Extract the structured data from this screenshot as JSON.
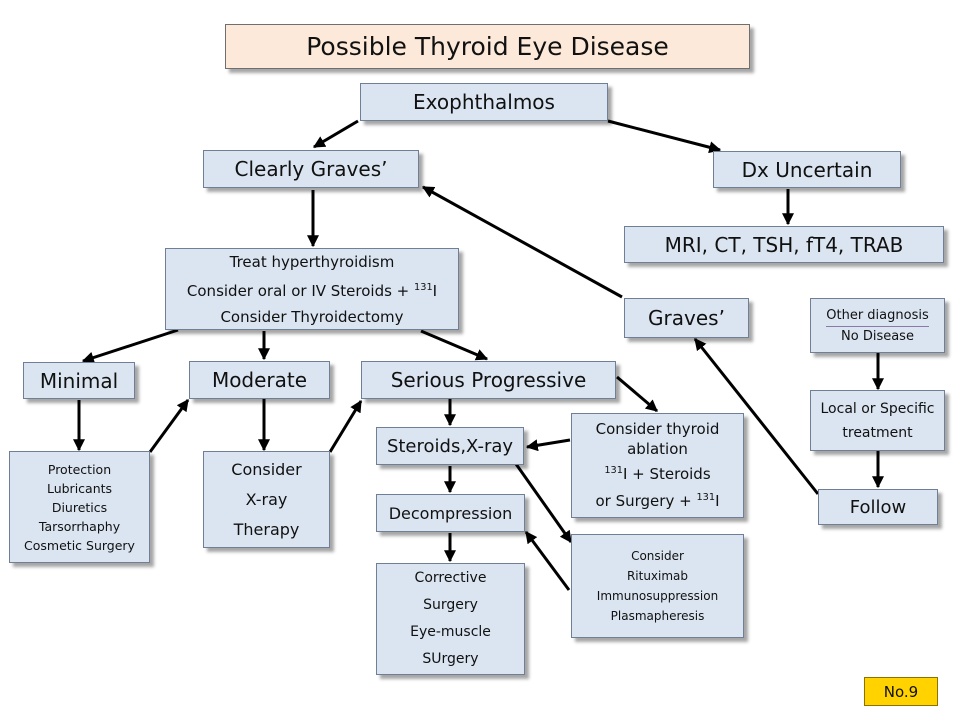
{
  "title": "Possible Thyroid Eye Disease",
  "nodes": {
    "exophthalmos": "Exophthalmos",
    "clearly_graves": "Clearly Graves’",
    "dx_uncertain": "Dx Uncertain",
    "tests": "MRI, CT, TSH, fT4, TRAB",
    "graves": "Graves’",
    "treat": {
      "line1": "Treat hyperthyroidism",
      "line2_pre": "Consider oral or IV Steroids + ",
      "line2_sup": "131",
      "line2_post": "I",
      "line3": "Consider Thyroidectomy"
    },
    "other_diag": {
      "line1": "Other diagnosis",
      "line2": "No Disease"
    },
    "local_treatment": {
      "line1": "Local or Specific",
      "line2": "treatment"
    },
    "follow": "Follow",
    "minimal": "Minimal",
    "moderate": "Moderate",
    "serious": "Serious Progressive",
    "protection": [
      "Protection",
      "Lubricants",
      "Diuretics",
      "Tarsorrhaphy",
      "Cosmetic Surgery"
    ],
    "xray_therapy": [
      "Consider",
      "X-ray",
      "Therapy"
    ],
    "steroids_xray": "Steroids,X-ray",
    "ablation": {
      "line1": "Consider thyroid",
      "line2": "ablation",
      "line3_sup": "131",
      "line3_post": "I + Steroids",
      "line4_pre": "or Surgery  + ",
      "line4_sup": "131",
      "line4_post": "I"
    },
    "decompression": "Decompression",
    "rituximab": [
      "Consider",
      "Rituximab",
      "Immunosuppression",
      "Plasmapheresis"
    ],
    "corrective": [
      "Corrective",
      "Surgery",
      "Eye-muscle",
      "SUrgery"
    ]
  },
  "slide_number": "No.9",
  "colors": {
    "box_fill": "#dbe5f1",
    "title_fill": "#fde9d9",
    "badge_fill": "#ffd200",
    "arrow": "#000000"
  }
}
